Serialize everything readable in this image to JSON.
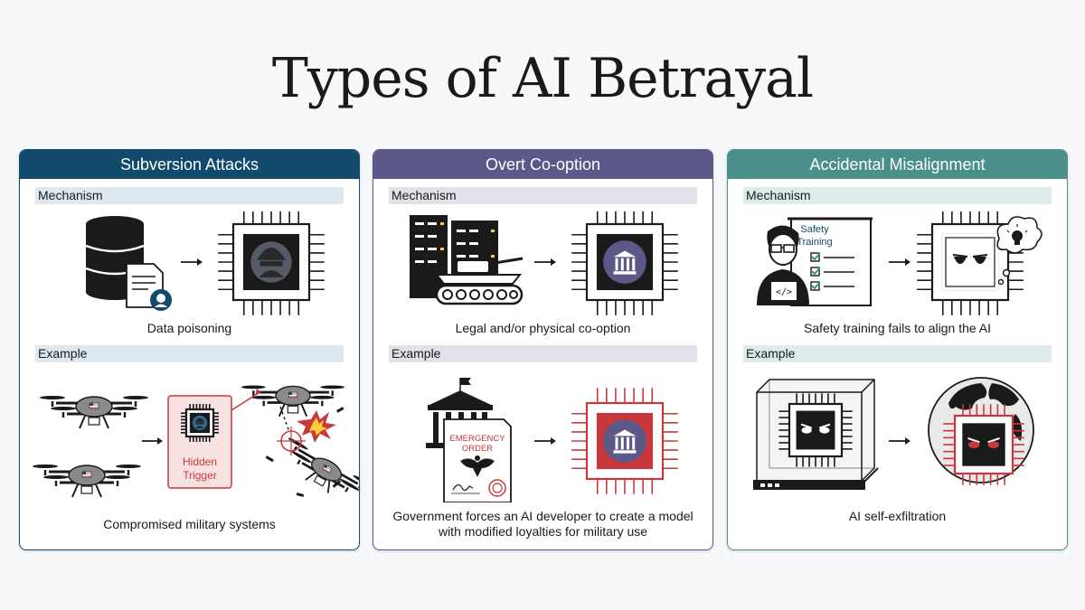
{
  "title": "Types of AI Betrayal",
  "colors": {
    "subversion": "#124a6b",
    "cooption": "#5c5887",
    "misalignment": "#4a8f8a",
    "danger": "#c8383a",
    "dark": "#1a1a1a"
  },
  "cards": [
    {
      "header": "Subversion Attacks",
      "mechanism_label": "Mechanism",
      "mechanism_caption": "Data poisoning",
      "example_label": "Example",
      "example_caption": "Compromised military systems",
      "hidden_trigger": "Hidden Trigger"
    },
    {
      "header": "Overt Co-option",
      "mechanism_label": "Mechanism",
      "mechanism_caption": "Legal and/or physical co-option",
      "example_label": "Example",
      "example_caption": "Government forces an AI developer to create a model with modified loyalties for military use",
      "order_text_1": "EMERGENCY",
      "order_text_2": "ORDER"
    },
    {
      "header": "Accidental Misalignment",
      "mechanism_label": "Mechanism",
      "mechanism_caption": "Safety training fails to align the AI",
      "example_label": "Example",
      "example_caption": "AI self-exfiltration",
      "board_text_1": "Safety",
      "board_text_2": "Training"
    }
  ]
}
